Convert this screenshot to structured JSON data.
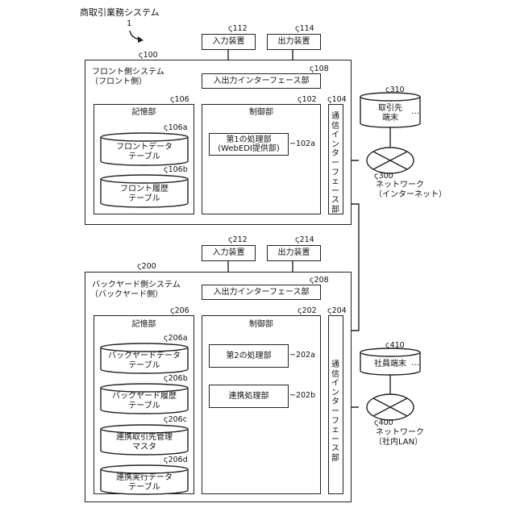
{
  "title": {
    "name": "商取引業務システム",
    "ref": "1"
  },
  "front_system": {
    "ref": "100",
    "label_line1": "フロント側システム",
    "label_line2": "（フロント側）",
    "input_device": {
      "label": "入力装置",
      "ref": "112"
    },
    "output_device": {
      "label": "出力装置",
      "ref": "114"
    },
    "io_interface": {
      "label": "入出力インターフェース部",
      "ref": "108"
    },
    "storage": {
      "label": "記憶部",
      "ref": "106",
      "tables": [
        {
          "line1": "フロントデータ",
          "line2": "テーブル",
          "ref": "106a"
        },
        {
          "line1": "フロント履歴",
          "line2": "テーブル",
          "ref": "106b"
        }
      ]
    },
    "control": {
      "label": "制御部",
      "ref": "102",
      "units": [
        {
          "line1": "第1の処理部",
          "line2": "(WebEDI提供部)",
          "ref": "102a"
        }
      ]
    },
    "comm_interface": {
      "label": "通信インターフェース部",
      "ref": "104"
    }
  },
  "back_system": {
    "ref": "200",
    "label_line1": "バックヤード側システム",
    "label_line2": "（バックヤード側）",
    "input_device": {
      "label": "入力装置",
      "ref": "212"
    },
    "output_device": {
      "label": "出力装置",
      "ref": "214"
    },
    "io_interface": {
      "label": "入出力インターフェース部",
      "ref": "208"
    },
    "storage": {
      "label": "記憶部",
      "ref": "206",
      "tables": [
        {
          "line1": "バックヤードデータ",
          "line2": "テーブル",
          "ref": "206a"
        },
        {
          "line1": "バックヤード履歴",
          "line2": "テーブル",
          "ref": "206b"
        },
        {
          "line1": "連携取引先管理",
          "line2": "マスタ",
          "ref": "206c"
        },
        {
          "line1": "連携実行データ",
          "line2": "テーブル",
          "ref": "206d"
        }
      ]
    },
    "control": {
      "label": "制御部",
      "ref": "202",
      "units": [
        {
          "line1": "第2の処理部",
          "ref": "202a"
        },
        {
          "line1": "連携処理部",
          "ref": "202b"
        }
      ]
    },
    "comm_interface": {
      "label": "通信インターフェース部",
      "ref": "204"
    }
  },
  "external": {
    "partner_terminal": {
      "line1": "取引先",
      "line2": "端末",
      "ref": "310",
      "ellipsis": "…"
    },
    "internet": {
      "line1": "ネットワーク",
      "line2": "（インターネット）",
      "ref": "300"
    },
    "employee_terminal": {
      "label": "社員端末",
      "ref": "410",
      "ellipsis": "…"
    },
    "lan": {
      "line1": "ネットワーク",
      "line2": "（社内LAN）",
      "ref": "400"
    }
  }
}
